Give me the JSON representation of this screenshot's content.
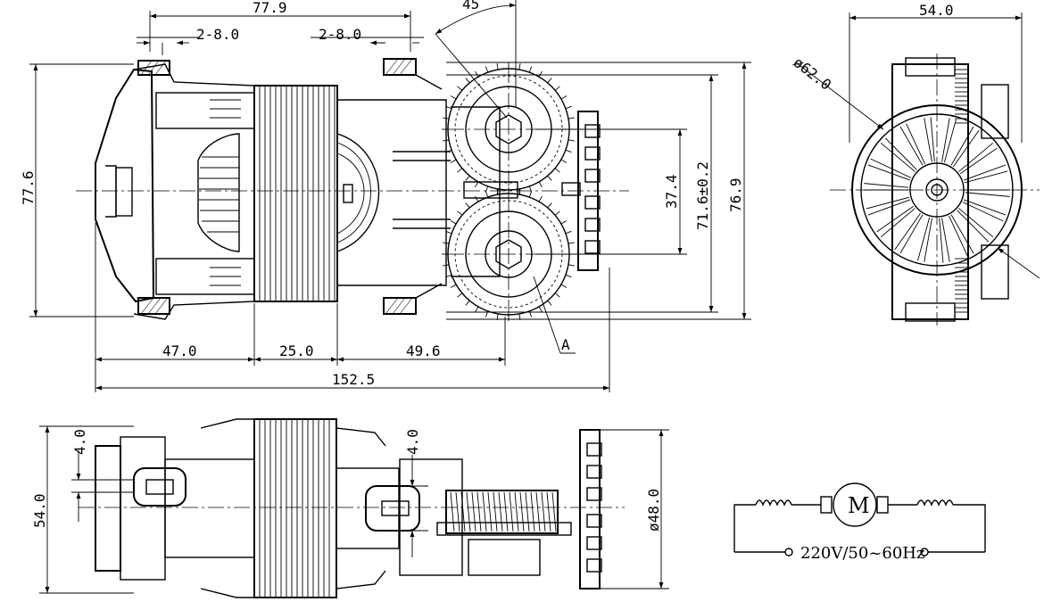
{
  "dimensions": {
    "top_width": "77.9",
    "slot_left": "2-8.0",
    "slot_right": "2-8.0",
    "angle": "45",
    "left_height": "77.6",
    "gear_spacing": "37.4",
    "mount_spacing": "71.6±0.2",
    "overall_height": "76.9",
    "seg_1": "47.0",
    "seg_2": "25.0",
    "seg_3": "49.6",
    "overall_length": "152.5",
    "label_a": "A",
    "side_width": "54.0",
    "diameter_62": "ø62.0",
    "bottom_left_height": "54.0",
    "offset_left": "4.0",
    "offset_right": "4.0",
    "diameter_48": "ø48.0"
  },
  "schematic": {
    "motor_label": "M",
    "supply": "220V/50~60Hz"
  }
}
